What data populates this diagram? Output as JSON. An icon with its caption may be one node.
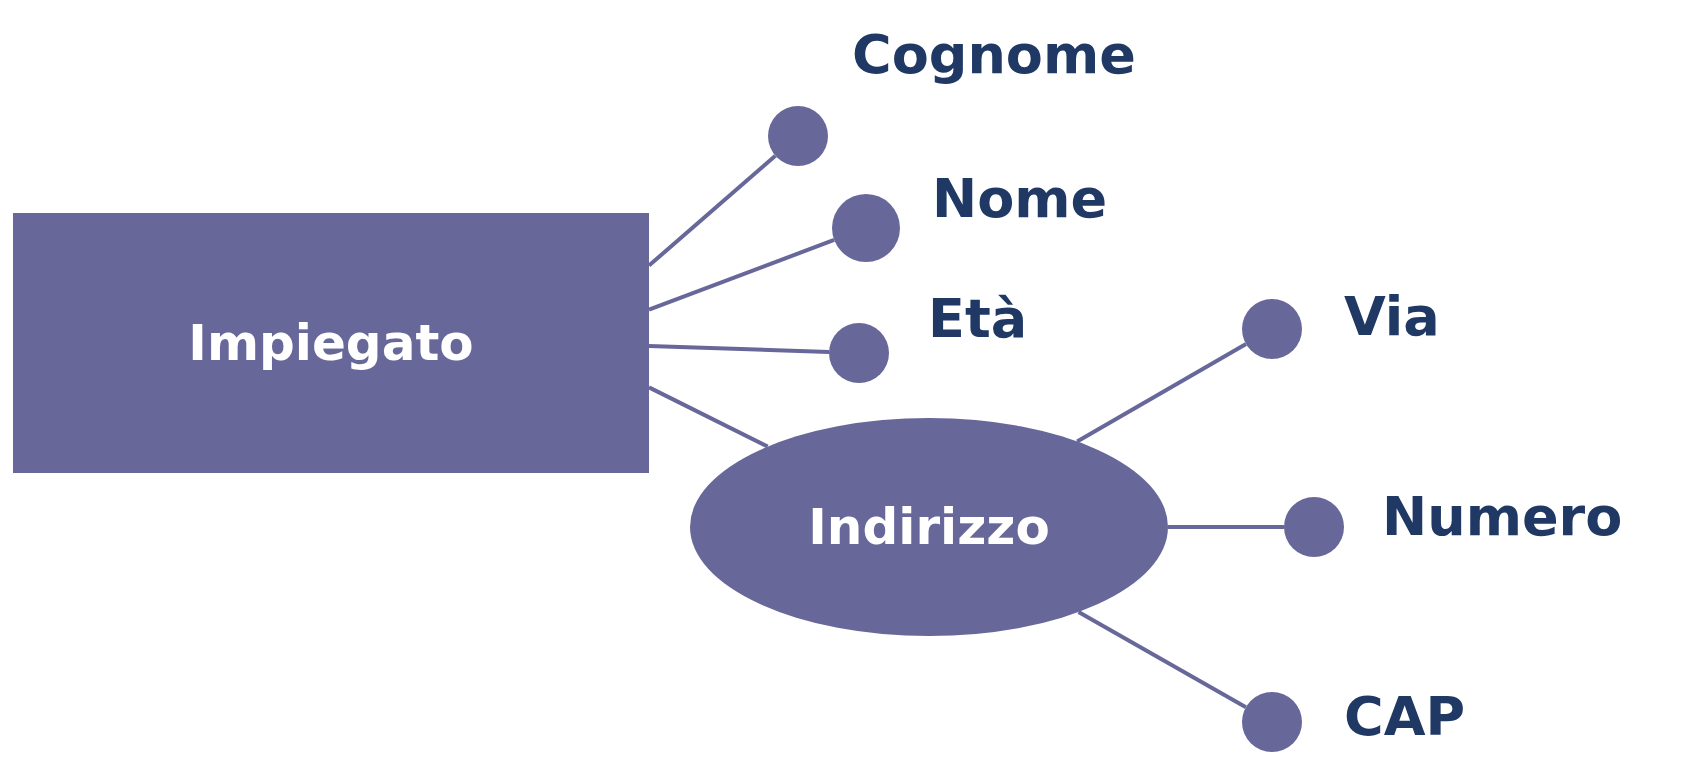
{
  "diagram": {
    "nodes": [
      {
        "text": [
          "Impiegato"
        ]
      },
      {
        "text": [],
        "shape": "circle",
        "beside": [
          "Cognome"
        ]
      },
      {
        "text": [],
        "shape": "circle",
        "beside": [
          "Nome"
        ]
      },
      {
        "text": [],
        "shape": "circle",
        "beside": [
          "Età"
        ]
      },
      {
        "text": [
          "Indirizzo"
        ]
      },
      {
        "text": [],
        "shape": "circle",
        "beside": [
          "Via"
        ]
      },
      {
        "text": [],
        "shape": "circle",
        "beside": [
          "Numero"
        ]
      },
      {
        "text": [],
        "shape": "circle",
        "beside": [
          "CAP"
        ]
      }
    ],
    "edges": [
      {
        "from": 0,
        "to": 1,
        "arrow": "none"
      },
      {
        "from": 0,
        "to": 2,
        "arrow": "none"
      },
      {
        "from": 0,
        "to": 3,
        "arrow": "none"
      },
      {
        "from": 0,
        "to": 4,
        "arrow": "none"
      },
      {
        "from": 4,
        "to": 5,
        "arrow": "none"
      },
      {
        "from": 4,
        "to": 6,
        "arrow": "none"
      },
      {
        "from": 4,
        "to": 7,
        "arrow": "none"
      }
    ]
  }
}
